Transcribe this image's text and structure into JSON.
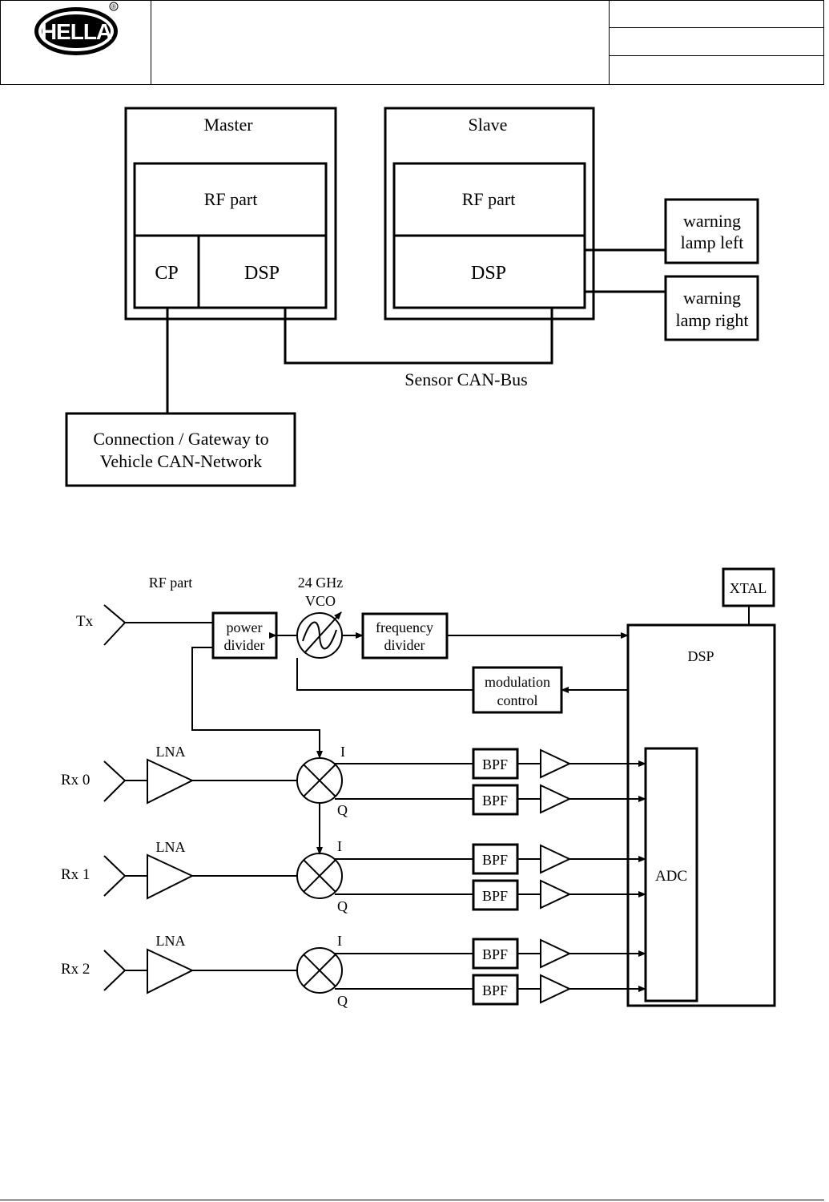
{
  "header": {
    "logo_text": "HELLA",
    "registered_mark": "®",
    "title": "",
    "meta": [
      "",
      "",
      ""
    ]
  },
  "system_diagram": {
    "master": {
      "title": "Master",
      "rf_part": "RF part",
      "cp": "CP",
      "dsp": "DSP"
    },
    "slave": {
      "title": "Slave",
      "rf_part": "RF part",
      "dsp": "DSP"
    },
    "warning_lamp_left": [
      "warning",
      "lamp left"
    ],
    "warning_lamp_right": [
      "warning",
      "lamp right"
    ],
    "sensor_bus_label": "Sensor CAN-Bus",
    "gateway": [
      "Connection / Gateway to",
      "Vehicle  CAN-Network"
    ]
  },
  "rf_diagram": {
    "rf_part_label": "RF part",
    "vco_label": [
      "24 GHz",
      "VCO"
    ],
    "tx_label": "Tx",
    "power_divider": [
      "power",
      "divider"
    ],
    "frequency_divider": [
      "frequency",
      "divider"
    ],
    "xtal": "XTAL",
    "dsp": "DSP",
    "modulation_control": [
      "modulation",
      "control"
    ],
    "adc": "ADC",
    "receivers": [
      {
        "label": "Rx 0",
        "lna": "LNA",
        "i": "I",
        "q": "Q",
        "bpf_i": "BPF",
        "bpf_q": "BPF"
      },
      {
        "label": "Rx 1",
        "lna": "LNA",
        "i": "I",
        "q": "Q",
        "bpf_i": "BPF",
        "bpf_q": "BPF"
      },
      {
        "label": "Rx 2",
        "lna": "LNA",
        "i": "I",
        "q": "Q",
        "bpf_i": "BPF",
        "bpf_q": "BPF"
      }
    ]
  }
}
